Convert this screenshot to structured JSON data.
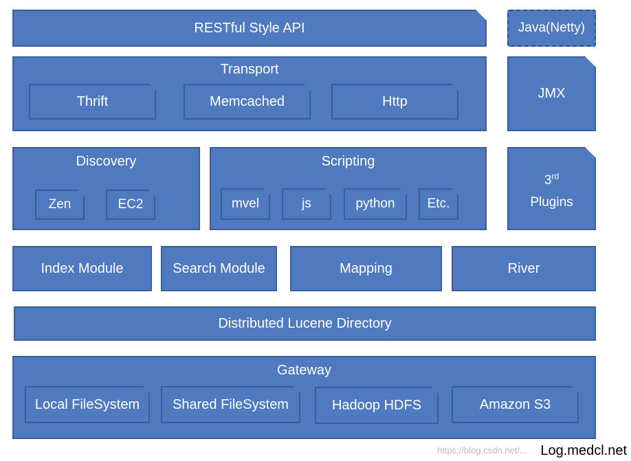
{
  "rest_api": "RESTful Style API",
  "java_netty": "Java(Netty)",
  "transport": {
    "title": "Transport",
    "items": [
      "Thrift",
      "Memcached",
      "Http"
    ]
  },
  "jmx": "JMX",
  "discovery": {
    "title": "Discovery",
    "items": [
      "Zen",
      "EC2"
    ]
  },
  "scripting": {
    "title": "Scripting",
    "items": [
      "mvel",
      "js",
      "python",
      "Etc."
    ]
  },
  "plugins": {
    "ordinal_number": "3",
    "ordinal_suffix": "rd",
    "label": "Plugins"
  },
  "modules": [
    "Index Module",
    "Search Module",
    "Mapping",
    "River"
  ],
  "lucene": "Distributed Lucene Directory",
  "gateway": {
    "title": "Gateway",
    "items": [
      "Local FileSystem",
      "Shared FileSystem",
      "Hadoop HDFS",
      "Amazon S3"
    ]
  },
  "footer": "Log.medcl.net",
  "watermark": "https://blog.csdn.net/..."
}
